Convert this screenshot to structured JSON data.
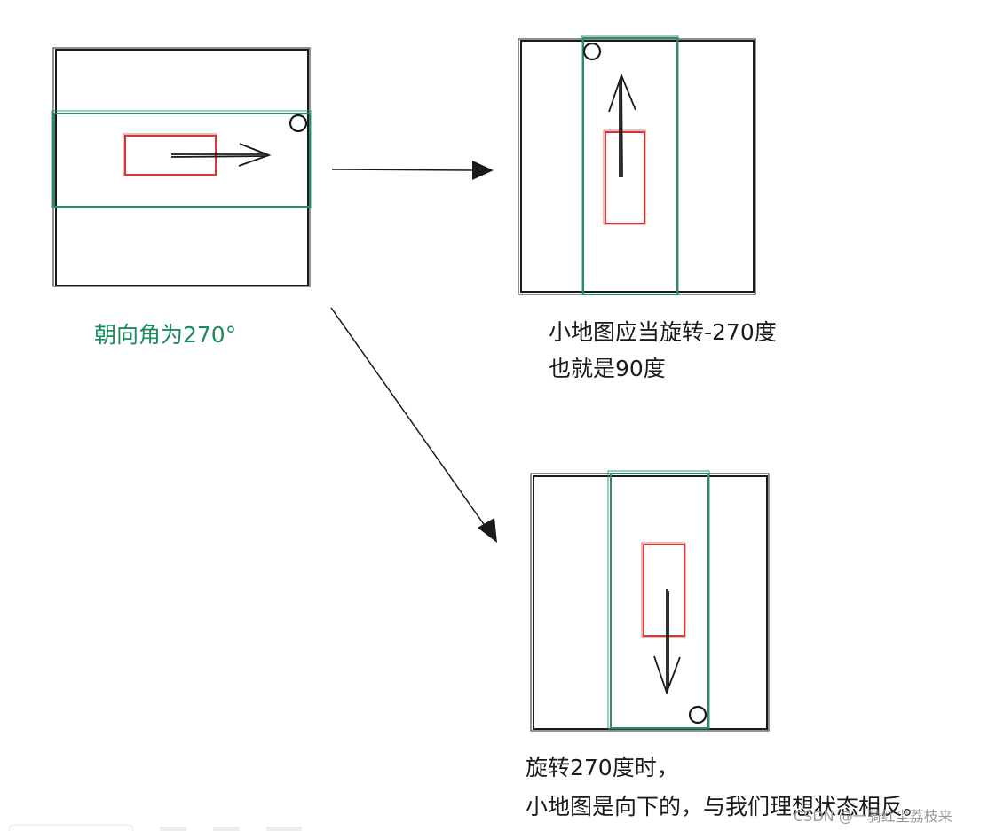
{
  "labels": {
    "heading_angle": "朝向角为270°",
    "case_a_line1": "小地图应当旋转-270度",
    "case_a_line2": "也就是90度",
    "case_b_line1": "旋转270度时，",
    "case_b_line2": "小地图是向下的，与我们理想状态相反。",
    "watermark": "CSDN @一骑红尘荔枝来"
  },
  "colors": {
    "frame": "#1a1a1a",
    "map_strip": "#2e8b63",
    "player": "#cc3a3a",
    "label_green": "#1f8a5e",
    "watermark": "#9a9a9a"
  },
  "icons": [
    "right-arrow-icon",
    "up-arrow-icon",
    "down-arrow-icon",
    "marker-circle-icon"
  ]
}
